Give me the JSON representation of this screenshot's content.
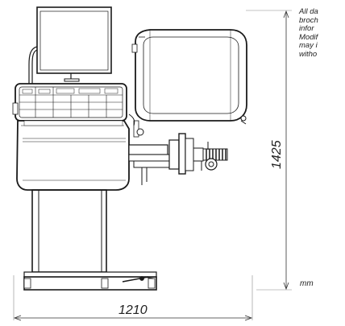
{
  "disclaimer": {
    "lines": [
      "All da",
      "broch",
      "infor",
      "Modif",
      "may i",
      "witho"
    ]
  },
  "dimensions": {
    "height_value": "1425",
    "width_value": "1210",
    "unit": "mm"
  },
  "colors": {
    "line": "#1a1a1a",
    "light_line": "#7a7a7a"
  }
}
